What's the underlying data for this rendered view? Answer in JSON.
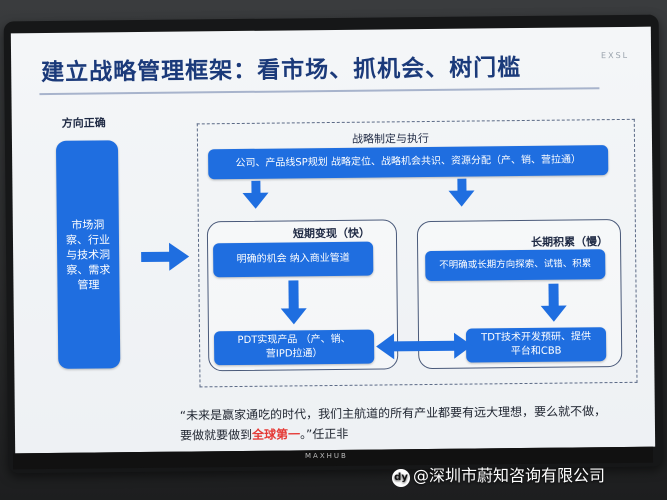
{
  "slide": {
    "title": "建立战略管理框架：看市场、抓机会、树门槛",
    "brand": "EXSL",
    "left_label": "方向正确",
    "left_box": "市场洞察、行业与技术洞察、需求管理",
    "strategy_label": "战略制定与执行",
    "top_box": "公司、产品线SP规划 战略定位、战略机会共识、资源分配（产、销、营拉通）",
    "short_label": "短期变现（快）",
    "short_box": "明确的机会 纳入商业管道",
    "long_label": "长期积累（慢）",
    "long_box": "不明确或长期方向探索、试错、积累",
    "pdt_box": "PDT实现产品 （产、销、营IPD拉通）",
    "tdt_box": "TDT技术开发预研、提供平台和CBB",
    "quote_part1": "“未来是赢家通吃的时代，我们主航道的所有产业都要有远大理想，要么就不做，要做就要做到",
    "quote_highlight": "全球第一",
    "quote_part2": "。”任正非"
  },
  "monitor": {
    "brand_label": "MAXHUB"
  },
  "watermark": {
    "icon": "dy",
    "text": "@深圳市蔚知咨询有限公司"
  },
  "colors": {
    "accent_blue": "#1f6ee0",
    "title_navy": "#1b3a7a",
    "highlight_red": "#e53935"
  }
}
